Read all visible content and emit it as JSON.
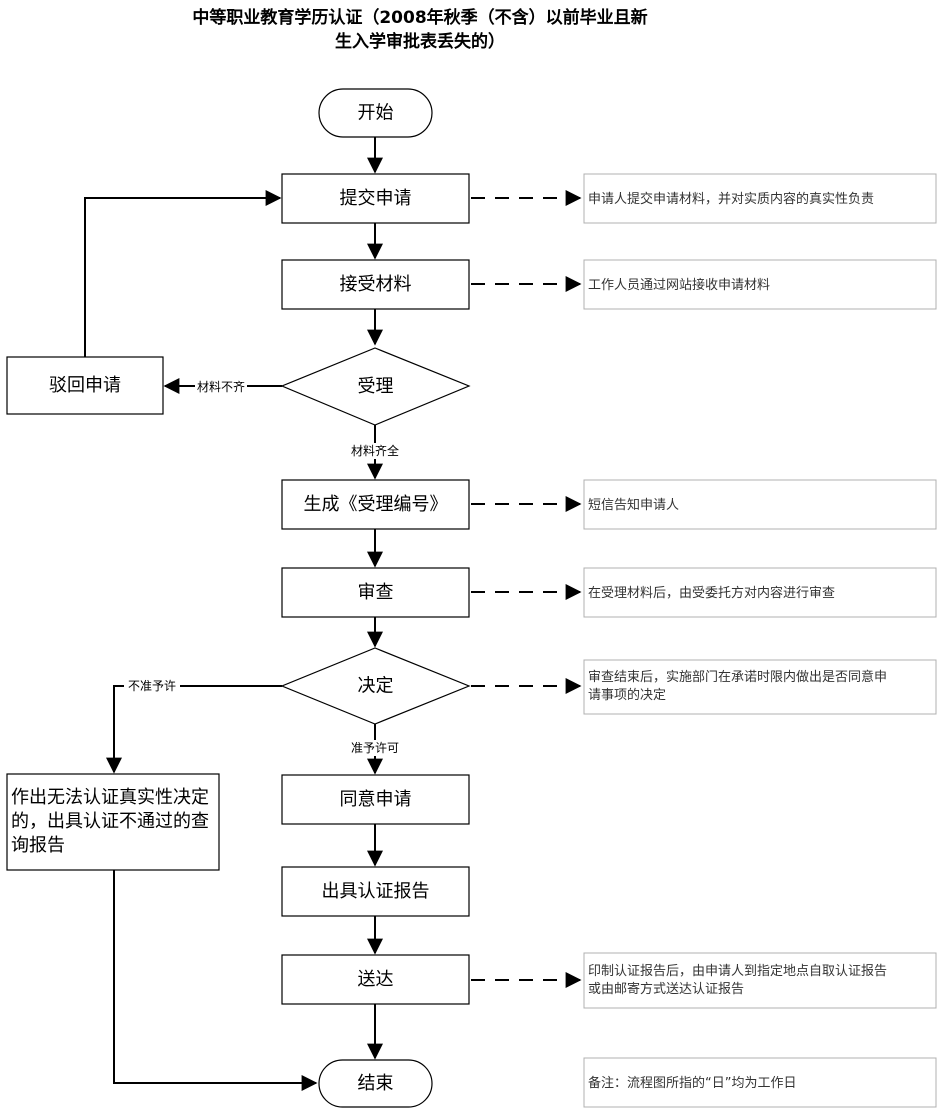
{
  "title": {
    "line1": "中等职业教育学历认证（2008年秋季（不含）以前毕业且新",
    "line2": "生入学审批表丢失的）"
  },
  "nodes": {
    "start": "开始",
    "submit": "提交申请",
    "receive": "接受材料",
    "accept": "受理",
    "reject": "驳回申请",
    "generate": "生成《受理编号》",
    "review": "审查",
    "decide": "决定",
    "agree": "同意申请",
    "issue": "出具认证报告",
    "deliver": "送达",
    "end": "结束",
    "deny_line1": "作出无法认证真实性决定",
    "deny_line2": "的，出具认证不通过的查",
    "deny_line3": "询报告"
  },
  "edge_labels": {
    "incomplete": "材料不齐",
    "complete": "材料齐全",
    "not_permit": "不准予许",
    "permit": "准予许可"
  },
  "notes": {
    "submit": "申请人提交申请材料，并对实质内容的真实性负责",
    "receive": "工作人员通过网站接收申请材料",
    "generate": "短信告知申请人",
    "review": "在受理材料后，由受委托方对内容进行审查",
    "decide_line1": "审查结束后，实施部门在承诺时限内做出是否同意申",
    "decide_line2": "请事项的决定",
    "deliver_line1": "印制认证报告后，由申请人到指定地点自取认证报告",
    "deliver_line2": "或由邮寄方式送达认证报告",
    "remark": "备注：流程图所指的“日”均为工作日"
  }
}
